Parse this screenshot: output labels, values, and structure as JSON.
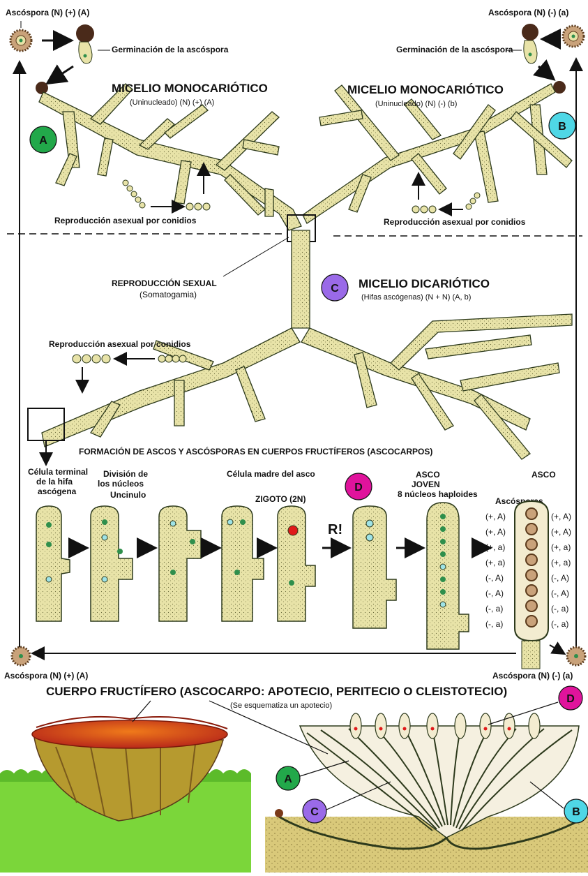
{
  "top_left": {
    "ascospore_label": "Ascóspora (N) (+) (A)",
    "germination_label": "Germinación  de la ascóspora",
    "mycelium_title": "MICELIO MONOCARIÓTICO",
    "mycelium_sub": "(Uninucleado) (N) (+) (A)",
    "asexual_label": "Reproducción asexual por conidios",
    "badge": "A"
  },
  "top_right": {
    "ascospore_label": "Ascóspora  (N) (-) (a)",
    "germination_label": "Germinación de la ascóspora",
    "mycelium_title": "MICELIO MONOCARIÓTICO",
    "mycelium_sub": "(Uninucleado) (N) (-) (b)",
    "asexual_label": "Reproducción asexual por conidios",
    "badge": "B"
  },
  "middle": {
    "sexual_title": "REPRODUCCIÓN SEXUAL",
    "sexual_sub": "(Somatogamia)",
    "badge": "C",
    "dikaryotic_title": "MICELIO DICARIÓTICO",
    "dikaryotic_sub": "(Hifas ascógenas) (N + N) (A, b)",
    "asexual_label": "Reproducción asexual por conidios",
    "formation_title": "FORMACIÓN DE ASCOS Y ASCÓSPORAS EN CUERPOS FRUCTÍFEROS (ASCOCARPOS)"
  },
  "stages": {
    "terminal_cell": [
      "Célula terminal",
      "de la hifa",
      "ascógena"
    ],
    "division": [
      "División de",
      "los núcleos"
    ],
    "uncinulo": "Uncinulo",
    "mother_cell": "Célula madre del asco",
    "zygote": "ZIGOTO (2N)",
    "meiosis": "R!",
    "badge_d": "D",
    "young_asco": [
      "ASCO",
      "JOVEN",
      "8 núcleos haploides"
    ],
    "asco": "ASCO",
    "ascosporas": "Ascósporas",
    "left_genotypes": [
      "(+, A)",
      "(+, A)",
      "(+, a)",
      "(+, a)",
      "(-, A)",
      "(-, A)",
      "(-, a)",
      "(-, a)"
    ],
    "right_genotypes": [
      "(+, A)",
      "(+, A)",
      "(+, a)",
      "(+, a)",
      "(-, A)",
      "(-, A)",
      "(-, a)",
      "(-, a)"
    ]
  },
  "bottom_spores": {
    "left_label": "Ascóspora (N) (+) (A)",
    "right_label": "Ascóspora  (N) (-) (a)"
  },
  "fruiting_body": {
    "title": "CUERPO FRUCTÍFERO (ASCOCARPO: APOTECIO, PERITECIO O CLEISTOTECIO)",
    "subtitle": "(Se esquematiza un apotecio)",
    "badges": [
      "D",
      "A",
      "C",
      "B"
    ]
  },
  "colors": {
    "hypha_fill": "#e8e3a8",
    "hypha_stroke": "#2d3a1c",
    "nucleus_green": "#2f8f4c",
    "nucleus_cyan": "#9fe3e6",
    "zygote_red": "#e01a1a",
    "badge_A": "#22a84a",
    "badge_B": "#4fd7e6",
    "badge_C": "#9a6ae8",
    "badge_D": "#e0139c",
    "grass": "#7bd63a",
    "soil": "#d9c97a",
    "cup_outer": "#b69a2f",
    "cup_inner": "#d84a1a"
  }
}
